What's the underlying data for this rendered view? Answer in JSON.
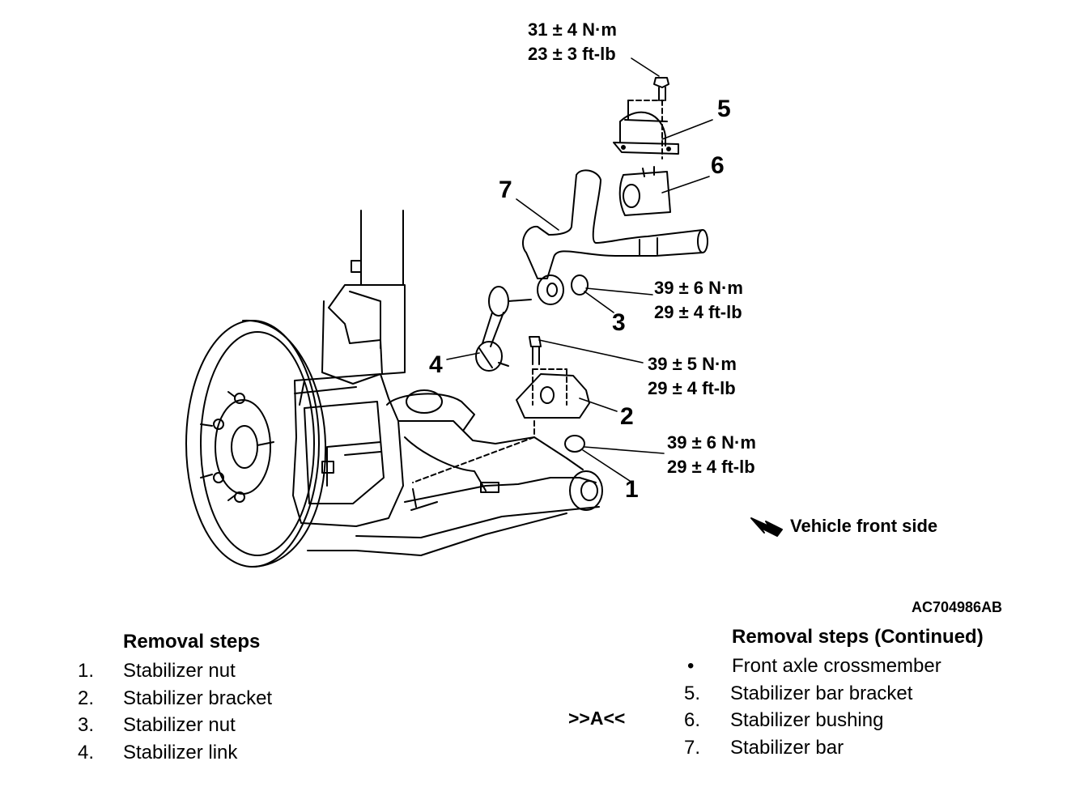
{
  "diagram": {
    "callouts": [
      {
        "id": "1",
        "text": "1"
      },
      {
        "id": "2",
        "text": "2"
      },
      {
        "id": "3",
        "text": "3"
      },
      {
        "id": "4",
        "text": "4"
      },
      {
        "id": "5",
        "text": "5"
      },
      {
        "id": "6",
        "text": "6"
      },
      {
        "id": "7",
        "text": "7"
      }
    ],
    "torques": [
      {
        "metric": "31 ± 4 N·m",
        "imperial": "23 ± 3 ft-lb"
      },
      {
        "metric": "39 ± 6 N·m",
        "imperial": "29 ± 4 ft-lb"
      },
      {
        "metric": "39 ± 5 N·m",
        "imperial": "29 ± 4 ft-lb"
      },
      {
        "metric": "39 ± 6 N·m",
        "imperial": "29 ± 4 ft-lb"
      }
    ],
    "front_label": "Vehicle front side",
    "figure_id": "AC704986AB"
  },
  "steps_left": {
    "title": "Removal steps",
    "items": [
      {
        "num": "1.",
        "text": "Stabilizer nut"
      },
      {
        "num": "2.",
        "text": "Stabilizer bracket"
      },
      {
        "num": "3.",
        "text": "Stabilizer nut"
      },
      {
        "num": "4.",
        "text": "Stabilizer link"
      }
    ]
  },
  "steps_right": {
    "title": "Removal steps (Continued)",
    "items": [
      {
        "num": "•",
        "text": "Front axle crossmember"
      },
      {
        "num": "5.",
        "text": "Stabilizer bar bracket"
      },
      {
        "num": "6.",
        "text": "Stabilizer bushing"
      },
      {
        "num": "7.",
        "text": "Stabilizer bar"
      }
    ],
    "note_ref": ">>A<<"
  }
}
